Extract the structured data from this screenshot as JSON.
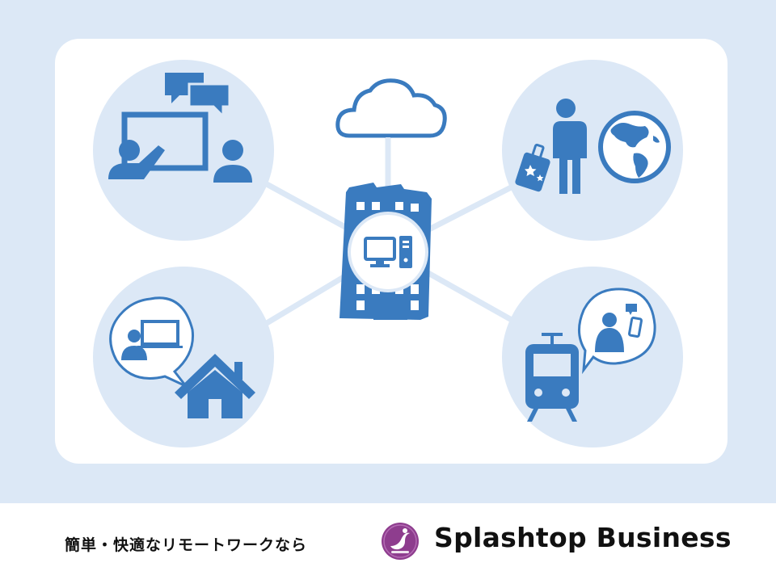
{
  "footer": {
    "tagline": "簡単・快適なリモートワークなら",
    "brand": "Splashtop Business",
    "logo_badge_text": "business"
  },
  "colors": {
    "background": "#dce8f6",
    "panel": "#ffffff",
    "circle": "#dce8f6",
    "icon": "#3a7bbf",
    "connector": "#dce8f6",
    "logo": "#8e3d8e"
  },
  "scenes": [
    {
      "id": "presentation",
      "icons": [
        "chat-bubbles-icon",
        "whiteboard-icon",
        "presenter-icon",
        "audience-person-icon"
      ]
    },
    {
      "id": "travel",
      "icons": [
        "traveler-icon",
        "suitcase-icon",
        "globe-icon"
      ]
    },
    {
      "id": "home-work",
      "icons": [
        "video-call-bubble-icon",
        "house-icon"
      ]
    },
    {
      "id": "commute",
      "icons": [
        "train-icon",
        "smartphone-user-bubble-icon"
      ]
    },
    {
      "id": "office",
      "icons": [
        "cloud-icon",
        "office-building-icon",
        "desktop-pc-icon"
      ]
    }
  ]
}
